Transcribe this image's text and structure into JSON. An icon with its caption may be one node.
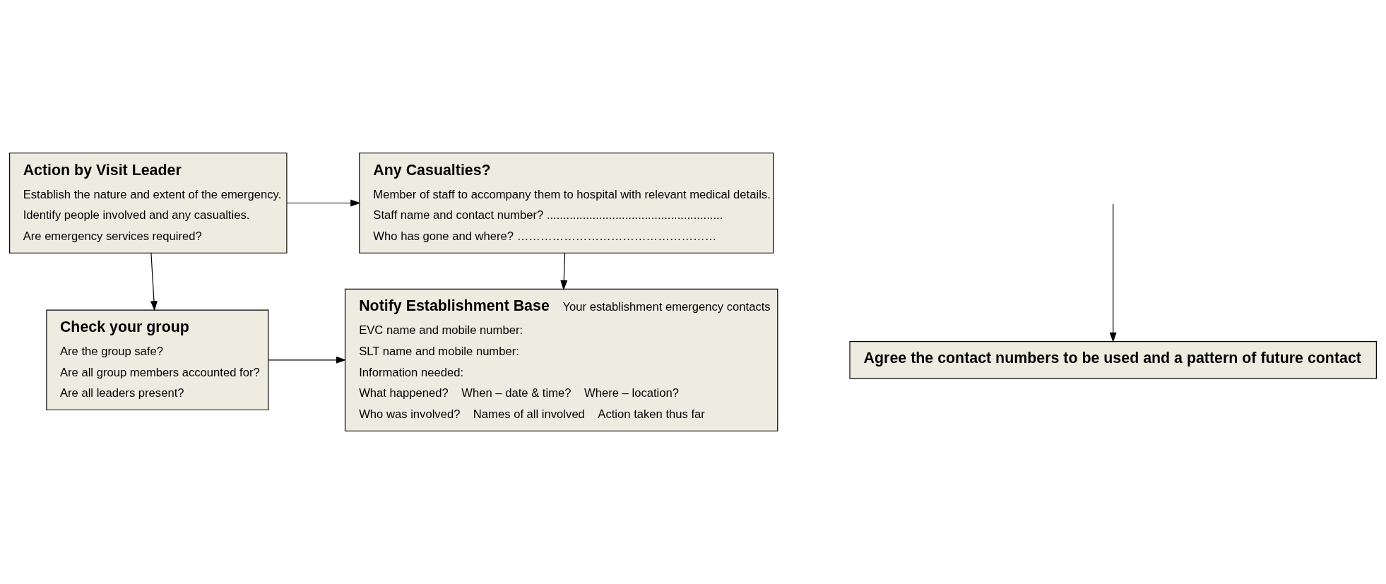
{
  "diagram": {
    "nodes": [
      {
        "text": [
          "Action by Visit Leader",
          "Establish the nature and extent of the emergency.",
          "Identify people involved and any casualties.",
          "Are emergency services required?"
        ]
      },
      {
        "text": [
          "Any Casualties?",
          "Member of staff to accompany them to hospital with relevant medical details.",
          "Staff name and contact number? ......................................................",
          "Who has gone and where? ……………………………………………"
        ]
      },
      {
        "text": [
          "Check your group",
          "Are the group safe?",
          "Are all group members accounted for?",
          "Are all leaders present?"
        ]
      },
      {
        "text": [
          "Notify Establishment Base",
          "Your establishment emergency contacts",
          "EVC name and mobile number:",
          "SLT name and mobile number:",
          "Information needed:",
          "What happened?",
          "When – date & time?",
          "Where – location?",
          "Who was involved?",
          "Names of all involved",
          "Action taken thus far"
        ]
      },
      {
        "text": [
          "Agree the contact numbers to be used and a pattern of future contact"
        ]
      }
    ],
    "edges": [
      {
        "from": 0,
        "to": 1,
        "arrow": "to"
      },
      {
        "from": 0,
        "to": 2,
        "arrow": "to"
      },
      {
        "from": 1,
        "to": 3,
        "arrow": "to"
      },
      {
        "from": 2,
        "to": 3,
        "arrow": "to"
      },
      {
        "from": null,
        "to": 4,
        "arrow": "to"
      }
    ]
  }
}
